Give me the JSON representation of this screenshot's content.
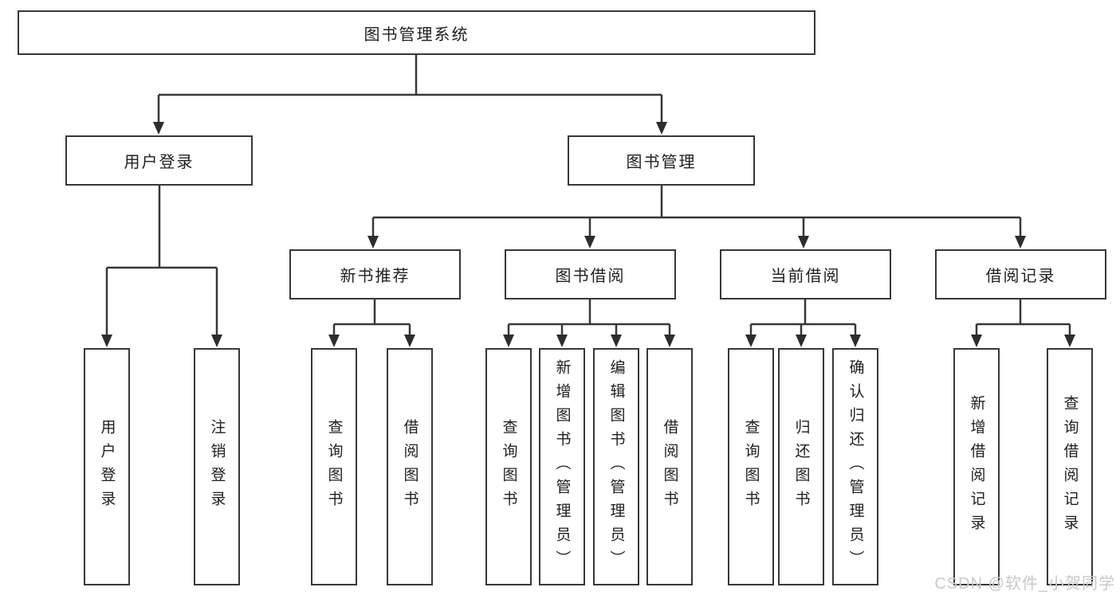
{
  "diagram": {
    "type": "tree",
    "colors": {
      "line": "#373737",
      "box_background": "#ffffff",
      "text": "#1f1f1f",
      "watermark": "#c9c9c9"
    },
    "nodes": {
      "root": {
        "label": "图书管理系统"
      },
      "user_login": {
        "label": "用户登录"
      },
      "book_mgmt": {
        "label": "图书管理"
      },
      "user_login_leaf": {
        "label": "用户登录"
      },
      "logout_leaf": {
        "label": "注销登录"
      },
      "new_book_rec": {
        "label": "新书推荐"
      },
      "book_borrow": {
        "label": "图书借阅"
      },
      "current_borrow": {
        "label": "当前借阅"
      },
      "borrow_record": {
        "label": "借阅记录"
      },
      "rec_query_book": {
        "label": "查询图书"
      },
      "rec_borrow_book": {
        "label": "借阅图书"
      },
      "bor_query_book": {
        "label": "查询图书"
      },
      "bor_add_book": {
        "label": "新增图书（管理员）"
      },
      "bor_edit_book": {
        "label": "编辑图书（管理员）"
      },
      "bor_borrow_book": {
        "label": "借阅图书"
      },
      "cur_query_book": {
        "label": "查询图书"
      },
      "cur_return_book": {
        "label": "归还图书"
      },
      "cur_confirm_return": {
        "label": "确认归还（管理员）"
      },
      "brec_add_record": {
        "label": "新增借阅记录"
      },
      "brec_query_record": {
        "label": "查询借阅记录"
      }
    },
    "structure": {
      "root": [
        "user_login",
        "book_mgmt"
      ],
      "user_login": [
        "user_login_leaf",
        "logout_leaf"
      ],
      "book_mgmt": [
        "new_book_rec",
        "book_borrow",
        "current_borrow",
        "borrow_record"
      ],
      "new_book_rec": [
        "rec_query_book",
        "rec_borrow_book"
      ],
      "book_borrow": [
        "bor_query_book",
        "bor_add_book",
        "bor_edit_book",
        "bor_borrow_book"
      ],
      "current_borrow": [
        "cur_query_book",
        "cur_return_book",
        "cur_confirm_return"
      ],
      "borrow_record": [
        "brec_add_record",
        "brec_query_record"
      ]
    },
    "watermark": "CSDN @软件_小贺同学"
  }
}
